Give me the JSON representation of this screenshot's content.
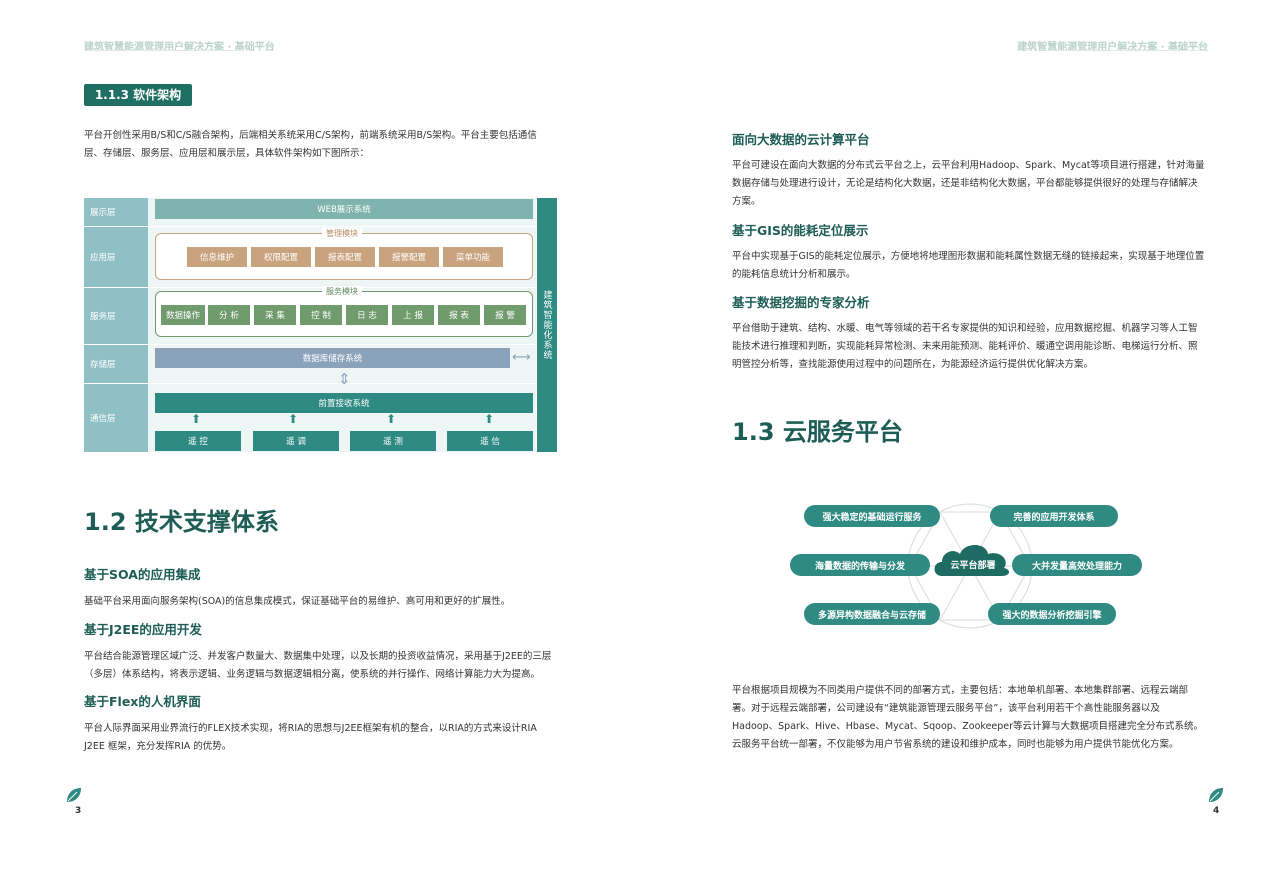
{
  "header": {
    "left": "建筑智慧能源管理用户解决方案 · 基础平台",
    "right": "建筑智慧能源管理用户解决方案 · 基础平台"
  },
  "left_page": {
    "section_badge": "1.1.3 软件架构",
    "intro": [
      "平台开创性采用B/S和C/S融合架构，后端相关系统采用C/S架构，前端系统采用B/S架构。平台主要包括通信",
      "层、存储层、服务层、应用层和展示层，具体软件架构如下图所示："
    ],
    "diagram": {
      "layers": [
        "展示层",
        "应用层",
        "服务层",
        "存储层",
        "通信层"
      ],
      "web_bar": "WEB展示系统",
      "mgmt_title": "管理模块",
      "mgmt_modules": [
        "信息维护",
        "权限配置",
        "报表配置",
        "报警配置",
        "菜单功能"
      ],
      "svc_title": "服务模块",
      "svc_modules": [
        "数据操作",
        "分 析",
        "采 集",
        "控 制",
        "日 志",
        "上 报",
        "报 表",
        "报 警"
      ],
      "db_bar": "数据库储存系统",
      "front_bar": "前置接收系统",
      "comm_modules": [
        "遥 控",
        "遥 调",
        "遥 测",
        "遥 信"
      ],
      "side_label": "建筑智能化系统"
    },
    "h1": "1.2 技术支撑体系",
    "sections": [
      {
        "title": "基于SOA的应用集成",
        "lines": [
          "基础平台采用面向服务架构(SOA)的信息集成模式，保证基础平台的易维护、高可用和更好的扩展性。"
        ]
      },
      {
        "title": "基于J2EE的应用开发",
        "lines": [
          "平台结合能源管理区域广泛、并发客户数量大、数据集中处理，以及长期的投资收益情况，采用基于J2EE的三层",
          "（多层）体系结构，将表示逻辑、业务逻辑与数据逻辑相分离，使系统的并行操作、网络计算能力大为提高。"
        ]
      },
      {
        "title": "基于Flex的人机界面",
        "lines": [
          "平台人际界面采用业界流行的FLEX技术实现，将RIA的思想与J2EE框架有机的整合，以RIA的方式来设计RIA",
          "J2EE 框架，充分发挥RIA 的优势。"
        ]
      }
    ],
    "page_number": "3"
  },
  "right_page": {
    "sections": [
      {
        "title": "面向大数据的云计算平台",
        "lines": [
          "平台可建设在面向大数据的分布式云平台之上，云平台利用Hadoop、Spark、Mycat等项目进行搭建，针对海量",
          "数据存储与处理进行设计，无论是结构化大数据，还是非结构化大数据，平台都能够提供很好的处理与存储解决",
          "方案。"
        ]
      },
      {
        "title": "基于GIS的能耗定位展示",
        "lines": [
          "平台中实现基于GIS的能耗定位展示，方便地将地理图形数据和能耗属性数据无缝的链接起来，实现基于地理位置",
          "的能耗信息统计分析和展示。"
        ]
      },
      {
        "title": "基于数据挖掘的专家分析",
        "lines": [
          "平台借助于建筑、结构、水暖、电气等领域的若干名专家提供的知识和经验，应用数据挖掘、机器学习等人工智",
          "能技术进行推理和判断，实现能耗异常检测、未来用能预测、能耗评价、暖通空调用能诊断、电梯运行分析、照",
          "明管控分析等，查找能源使用过程中的问题所在，为能源经济运行提供优化解决方案。"
        ]
      }
    ],
    "h1": "1.3 云服务平台",
    "cloud": {
      "center": "云平台部署",
      "left": [
        "强大稳定的基础运行服务",
        "海量数据的传输与分发",
        "多源异构数据融合与云存储"
      ],
      "right": [
        "完善的应用开发体系",
        "大并发量高效处理能力",
        "强大的数据分析挖掘引擎"
      ]
    },
    "outro": [
      "平台根据项目规模为不同类用户提供不同的部署方式，主要包括：本地单机部署、本地集群部署、远程云端部",
      "署。对于远程云端部署，公司建设有“建筑能源管理云服务平台”，该平台利用若干个高性能服务器以及",
      "Hadoop、Spark、Hive、Hbase、Mycat、Sqoop、Zookeeper等云计算与大数据项目搭建完全分布式系统。",
      "云服务平台统一部署，不仅能够为用户节省系统的建设和维护成本，同时也能够为用户提供节能优化方案。"
    ],
    "page_number": "4"
  },
  "colors": {
    "accent": "#1d5d55",
    "teal": "#2e8a82",
    "mgmt": "#c9a27e",
    "svc": "#6f9b6d",
    "db": "#8aa3bb"
  }
}
